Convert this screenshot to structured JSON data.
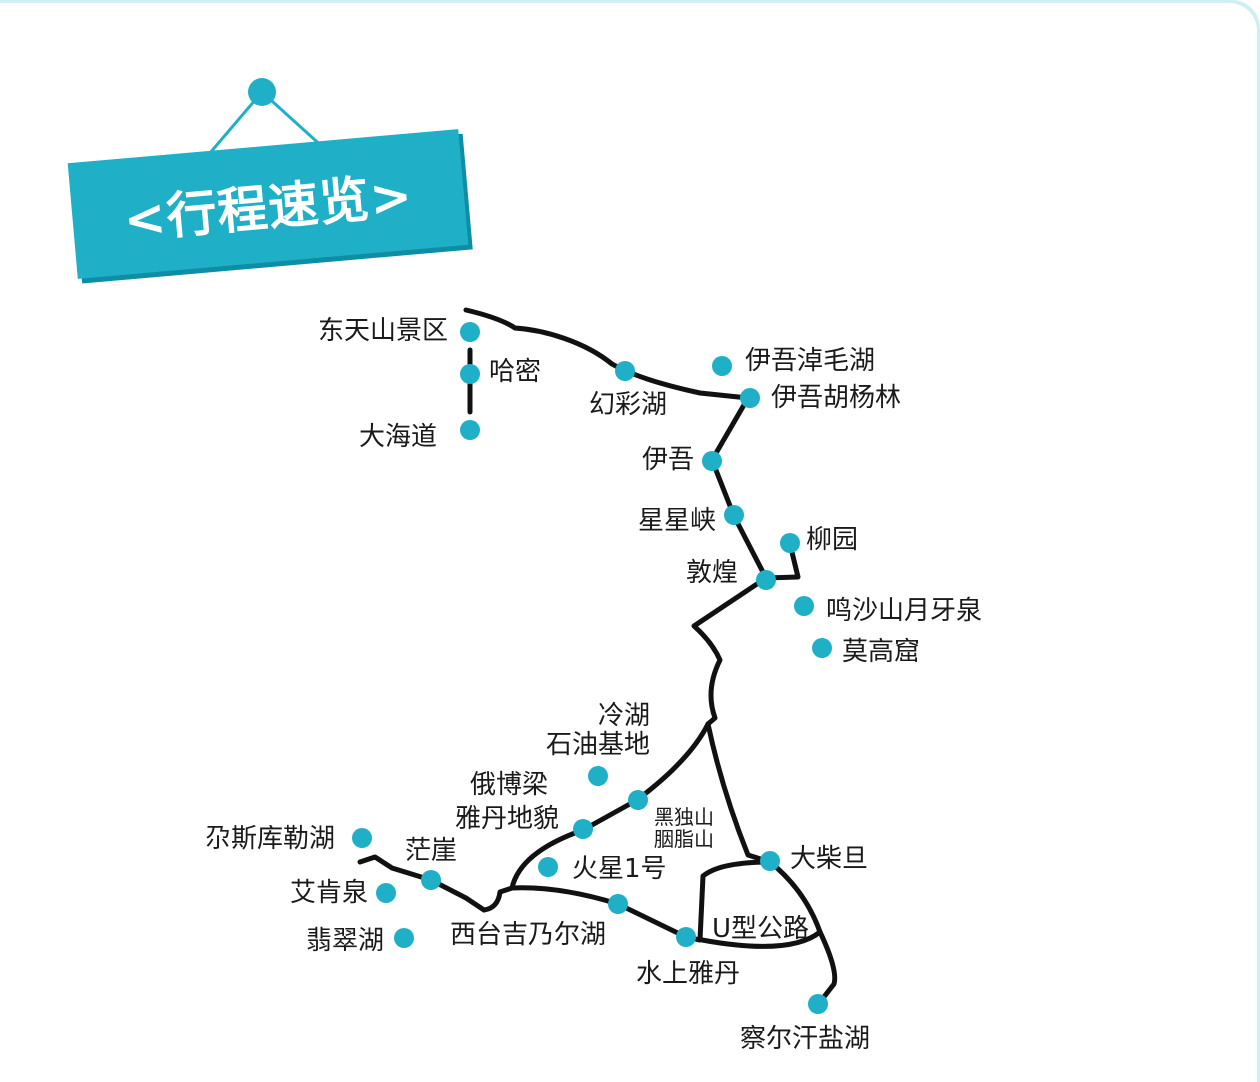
{
  "title": "<行程速览>",
  "colors": {
    "accent": "#1fb0c8",
    "accent_dark": "#0e8ea4",
    "route": "#111111"
  },
  "places": {
    "dongtianshan": "东天山景区",
    "hami": "哈密",
    "dahaidao": "大海道",
    "huancaihu": "幻彩湖",
    "yiwunaomaohu": "伊吾淖毛湖",
    "yiwuhuyanglin": "伊吾胡杨林",
    "yiwu": "伊吾",
    "xingxingxia": "星星峡",
    "liuyuan": "柳园",
    "dunhuang": "敦煌",
    "mingshashan": "鸣沙山月牙泉",
    "mogaoku": "莫高窟",
    "lenghu": "冷湖",
    "shiyoujidi": "石油基地",
    "eboliang": "俄博梁",
    "yadandimao": "雅丹地貌",
    "heidushan_1": "黑独山",
    "heidushan_2": "胭脂山",
    "huoxing1hao": "火星1号",
    "dachaidan": "大柴旦",
    "ersikulehu": "尕斯库勒湖",
    "mangya": "茫崖",
    "aikenquan": "艾肯泉",
    "feicuihu": "翡翠湖",
    "xitaijinaierhu": "西台吉乃尔湖",
    "ugonglu": "U型公路",
    "shuishangyadan": "水上雅丹",
    "chaerhanyanhu": "察尔汗盐湖"
  }
}
